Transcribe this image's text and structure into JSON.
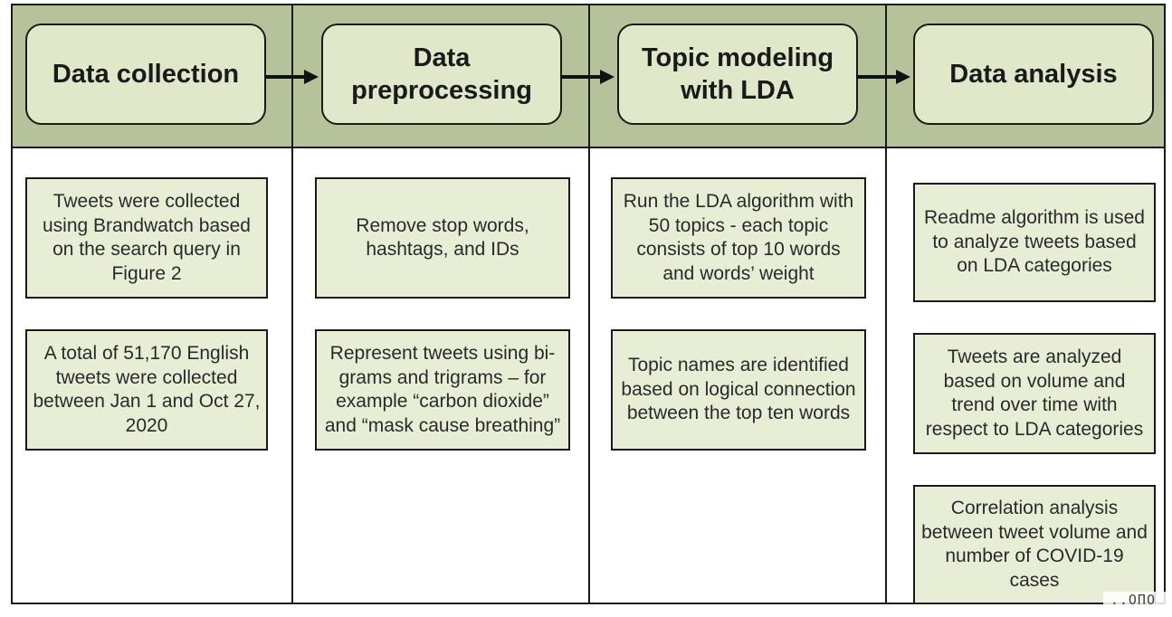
{
  "stages": [
    {
      "title": "Data collection",
      "steps": [
        "Tweets were collected using Brandwatch based on the search query in Figure 2",
        "A total of 51,170 English tweets were collected between Jan 1 and Oct 27, 2020"
      ]
    },
    {
      "title": "Data preprocessing",
      "steps": [
        "Remove stop words, hashtags, and IDs",
        "Represent tweets using bi-grams and trigrams – for example “carbon dioxide” and “mask cause breathing”"
      ]
    },
    {
      "title": "Topic modeling with LDA",
      "steps": [
        "Run the LDA algorithm with 50 topics - each topic consists of top 10 words and words’ weight",
        "Topic names are identified based on logical connection between the top ten words"
      ]
    },
    {
      "title": "Data analysis",
      "steps": [
        "Readme algorithm is used to analyze tweets based on LDA categories",
        "Tweets are analyzed based on volume and trend over time with respect to LDA categories",
        "Correlation analysis between tweet volume and number of COVID-19 cases"
      ]
    }
  ],
  "watermark": "..ОПО",
  "colors": {
    "header_band": "#b6c39a",
    "stage_box": "#e0e8c9",
    "step_box": "#e8eed6",
    "border": "#1a1a1a"
  }
}
